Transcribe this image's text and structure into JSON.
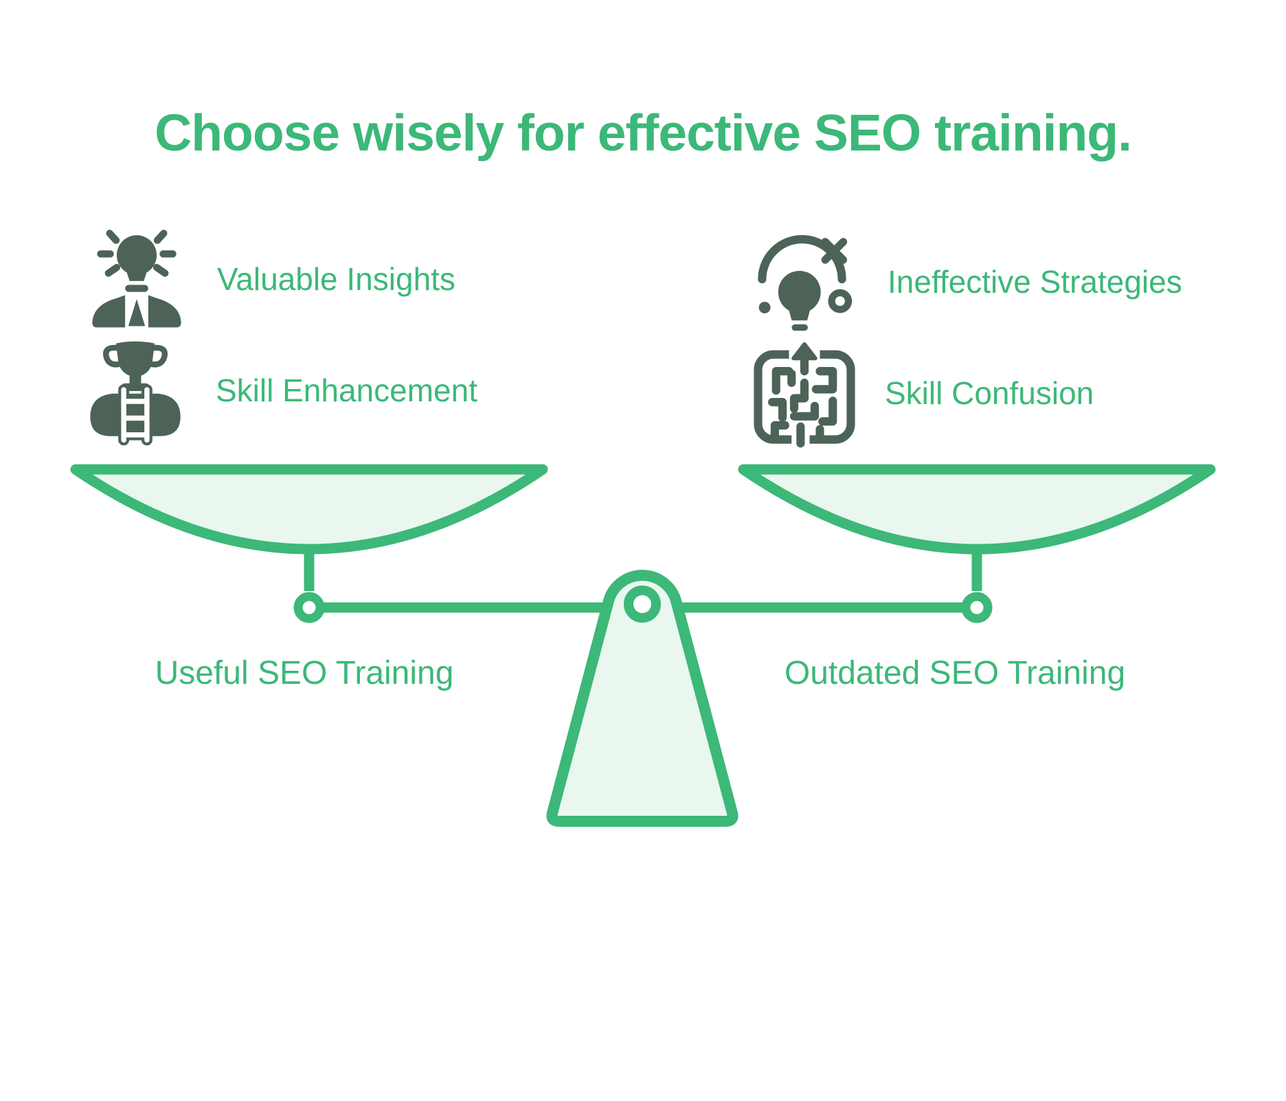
{
  "title": "Choose wisely for effective SEO training.",
  "theme": {
    "accent": "#3CB878",
    "accent_light": "#E9F7EF",
    "icon_dark": "#4D6358",
    "background": "#FFFFFF"
  },
  "left_side": {
    "items": [
      {
        "icon": "idea-person-icon",
        "label": "Valuable Insights"
      },
      {
        "icon": "trophy-ladder-icon",
        "label": "Skill Enhancement"
      }
    ],
    "pan_label": "Useful SEO Training"
  },
  "right_side": {
    "items": [
      {
        "icon": "failed-idea-icon",
        "label": "Ineffective Strategies"
      },
      {
        "icon": "maze-icon",
        "label": "Skill Confusion"
      }
    ],
    "pan_label": "Outdated SEO Training"
  }
}
